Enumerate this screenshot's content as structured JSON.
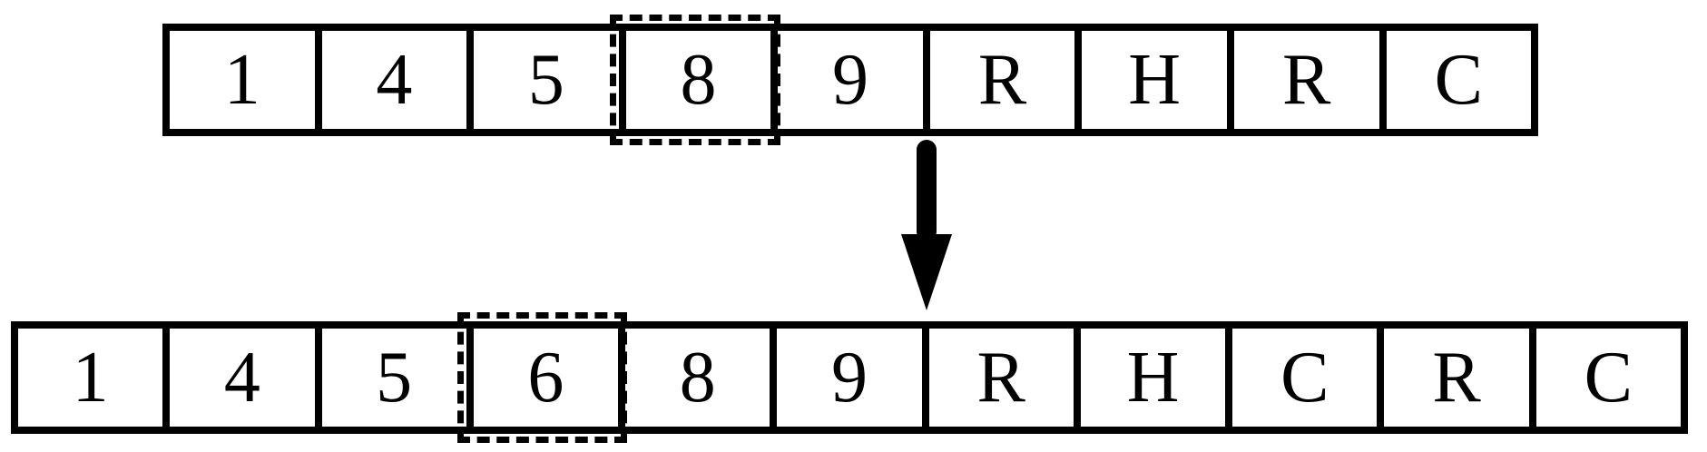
{
  "colors": {
    "ink": "#000000",
    "background": "#ffffff"
  },
  "top_row": {
    "cells": [
      "1",
      "4",
      "5",
      "8",
      "9",
      "R",
      "H",
      "R",
      "C"
    ],
    "highlighted_index": 3,
    "highlighted_value": "8"
  },
  "bottom_row": {
    "cells": [
      "1",
      "4",
      "5",
      "6",
      "8",
      "9",
      "R",
      "H",
      "C",
      "R",
      "C"
    ],
    "highlighted_index": 3,
    "highlighted_value": "6"
  },
  "arrow": {
    "icon": "down-arrow-icon",
    "direction": "down"
  }
}
